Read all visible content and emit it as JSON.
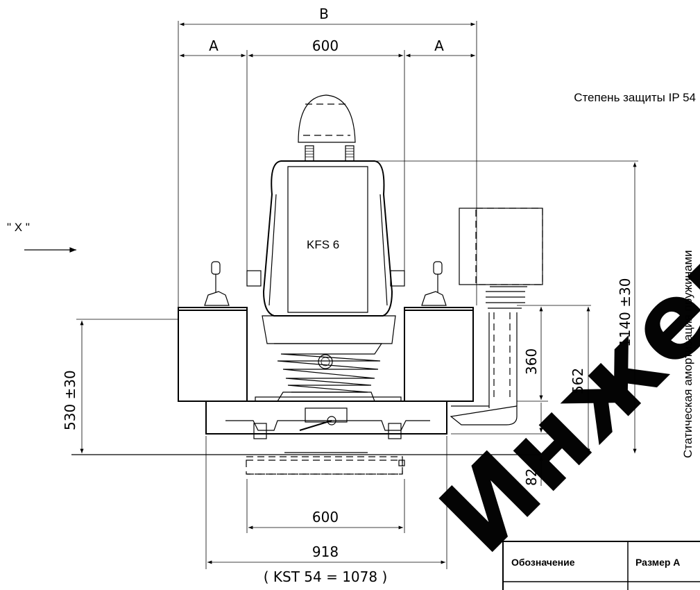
{
  "dimensions": {
    "overall_width": "B",
    "side_left": "A",
    "side_right": "A",
    "center_top": "600",
    "console_height": "530 ±30",
    "total_height": "1140 ±30",
    "stroke": "360",
    "panel_height": "562",
    "base_height": "82",
    "base_width": "600",
    "frame_width": "918",
    "variant_note": "( KST 54 = 1078 )"
  },
  "labels": {
    "view_marker": "\" X \"",
    "protection": "Степень защиты IP 54",
    "suspension": "Статическая амортизация пружинами",
    "seat_model": "KFS 6"
  },
  "table": {
    "col1": "Обозначение",
    "col2": "Размер А"
  },
  "watermark": {
    "text": "Инженер Групп",
    "color": "#000000"
  },
  "colors": {
    "ink": "#000000",
    "paper": "#ffffff"
  }
}
